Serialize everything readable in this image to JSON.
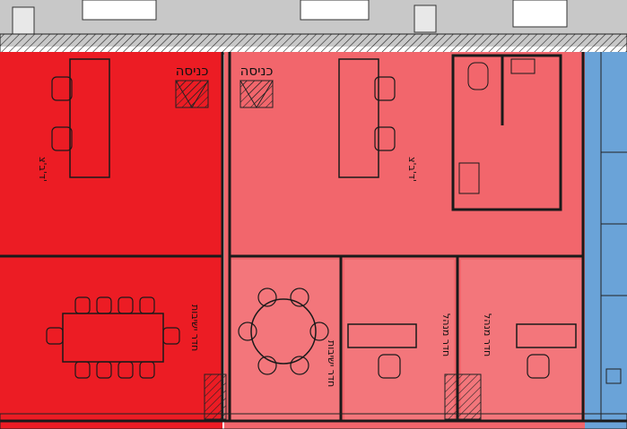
{
  "labels": {
    "entrance_left": "כניסה",
    "entrance_right": "כניסה",
    "left_office_1": "ד'ב'צ'",
    "left_office_2": "ד'ב'צ'",
    "meeting_room": "חדר ישיבות",
    "round_room": "חדר ישיבות",
    "office_a": "חדר מנהל",
    "office_b": "חדר מנהל"
  },
  "colors": {
    "zone_red": "#ec1c24",
    "zone_pink": "#f2666c",
    "zone_room_pink": "#f3767b",
    "zone_blue": "#6aa3d8",
    "wall": "#1a1a1a",
    "gray_top": "#c8c8c8"
  }
}
